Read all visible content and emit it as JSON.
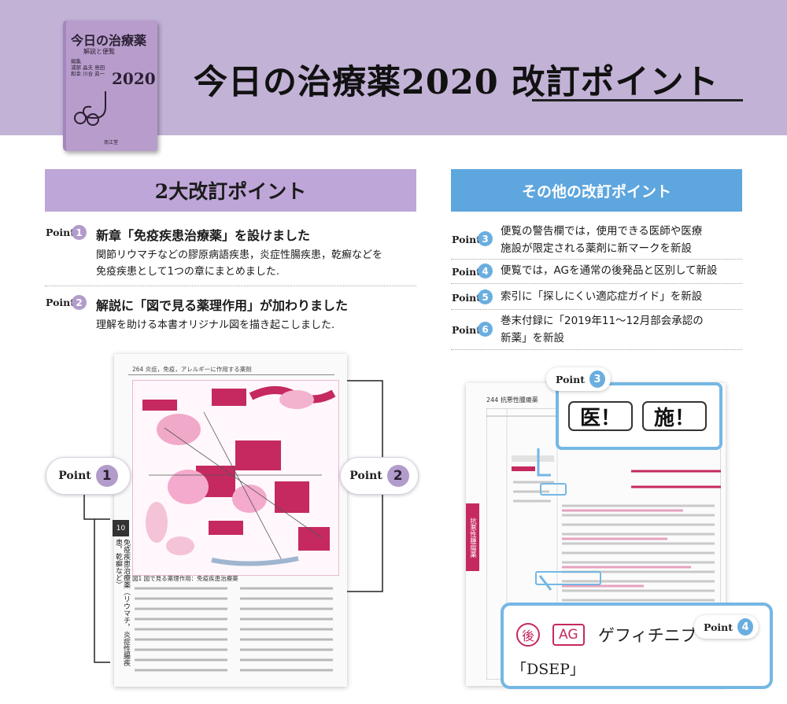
{
  "header": {
    "title": "今日の治療薬2020 改訂ポイント",
    "book": {
      "title": "今日の治療薬",
      "subtitle": "解説と便覧",
      "editors_label": "編集",
      "editors": "浦部 晶夫  島田 和幸  川合 眞一",
      "year": "2020",
      "publisher": "南江堂"
    }
  },
  "left_section": {
    "heading": "2大改訂ポイント",
    "points": [
      {
        "label": "Point",
        "number": "1",
        "title": "新章「免疫疾患治療薬」を設けました",
        "desc1": "関節リウマチなどの膠原病語疾患，炎症性腸疾患，乾癬などを",
        "desc2": "免疫疾患として1つの章にまとめました."
      },
      {
        "label": "Point",
        "number": "2",
        "title": "解説に「図で見る薬理作用」が加わりました",
        "desc1": "理解を助ける本書オリジナル図を描き起こしました."
      }
    ]
  },
  "right_section": {
    "heading": "その他の改訂ポイント",
    "points": [
      {
        "label": "Point",
        "number": "3",
        "line1": "便覧の警告欄では，使用できる医師や医療",
        "line2": "施設が限定される薬剤に新マークを新設"
      },
      {
        "label": "Point",
        "number": "4",
        "line1": "便覧では，AGを通常の後発品と区別して新設"
      },
      {
        "label": "Point",
        "number": "5",
        "line1": "索引に「探しにくい適応症ガイド」を新設"
      },
      {
        "label": "Point",
        "number": "6",
        "line1": "巻末付録に「2019年11～12月部会承認の",
        "line2": "新薬」を新設"
      }
    ]
  },
  "left_page": {
    "header": "264  炎症，免疫，アレルギーに作用する薬剤",
    "caption": "図1  図で見る薬理作用：免疫疾患治療薬",
    "chapter_number": "10",
    "chapter_title": "免疫疾患治療薬（リウマチ，炎症性腸疾患，乾癬など）",
    "bubble1": {
      "label": "Point",
      "number": "1"
    },
    "bubble2": {
      "label": "Point",
      "number": "2"
    }
  },
  "right_page": {
    "header": "244  抗悪性腫瘍薬",
    "tab": "抗悪性腫瘍薬",
    "callout3": {
      "label": "Point",
      "number": "3",
      "tag1": "医！",
      "tag2": "施！"
    },
    "callout4": {
      "label": "Point",
      "number": "4",
      "after_mark": "後",
      "ag_mark": "AG",
      "drug": "ゲフィチニブ",
      "code": "「DSEP」"
    }
  },
  "colors": {
    "header_bg": "#c2b2d6",
    "left_heading_bg": "#bfa6d8",
    "right_heading_bg": "#5ea6de",
    "accent_pink": "#c5295f",
    "callout_blue": "#75b7e4"
  }
}
